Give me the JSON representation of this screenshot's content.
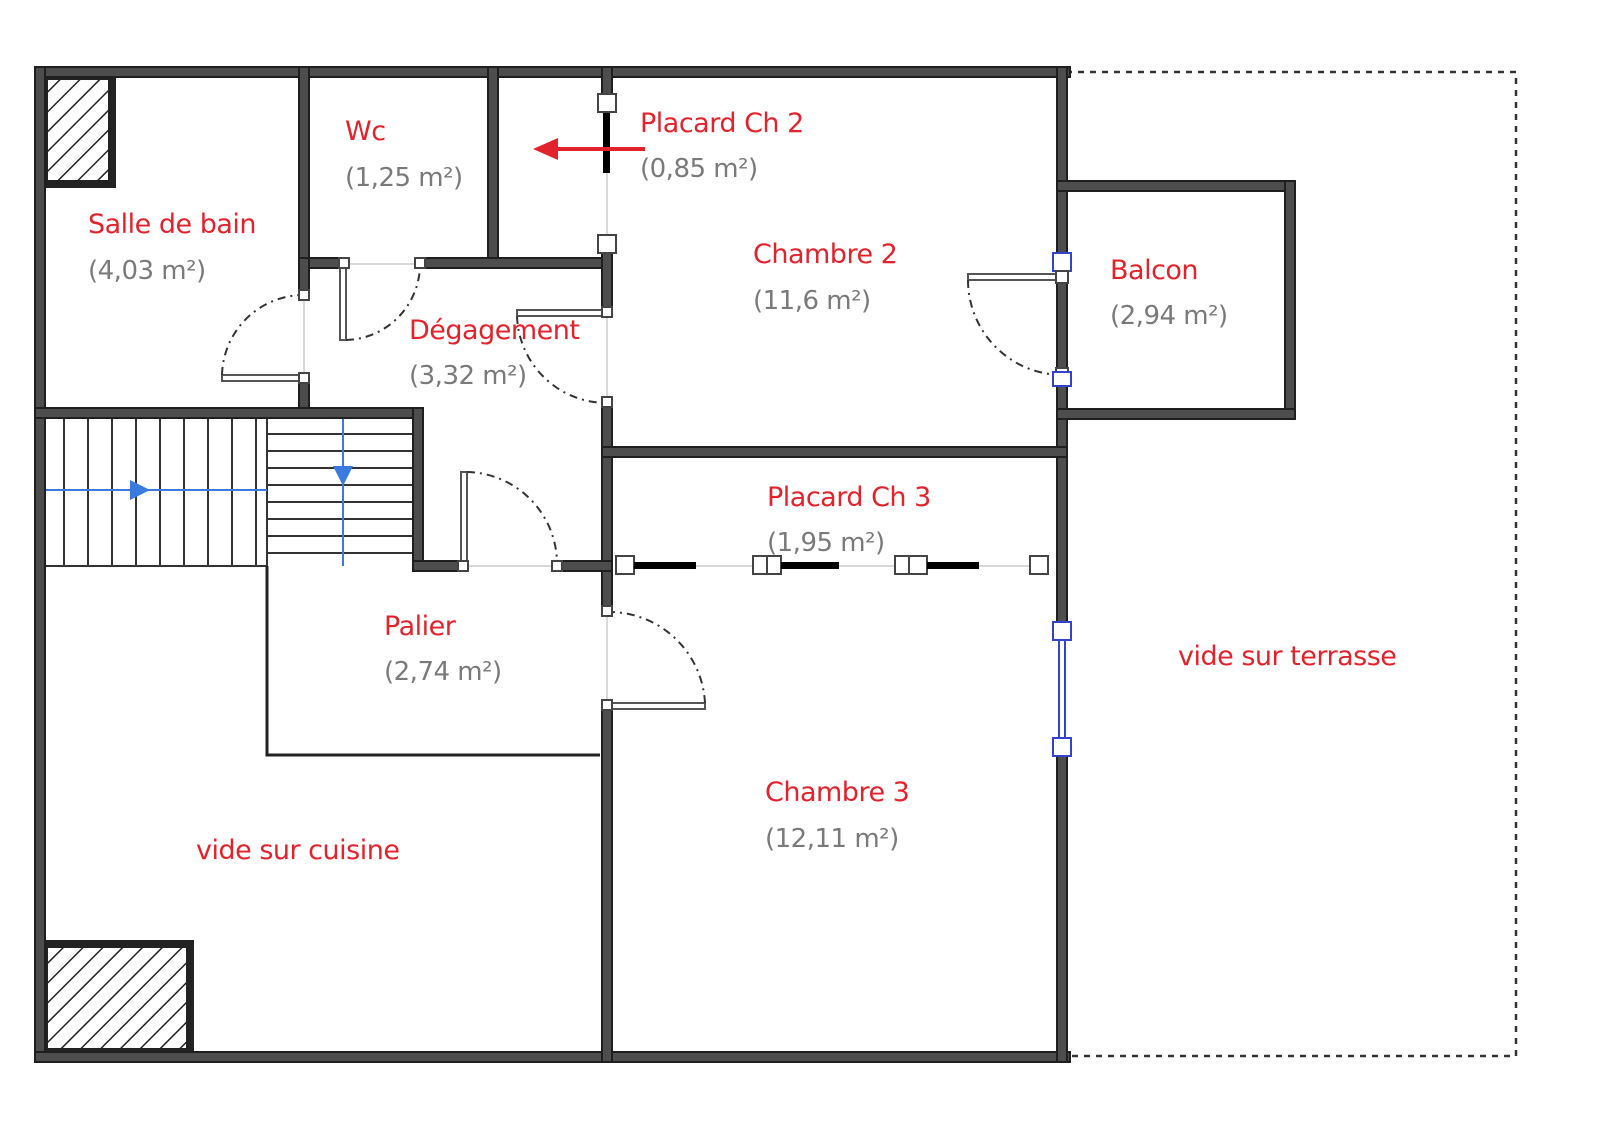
{
  "rooms": [
    {
      "name": "Wc",
      "area": "(1,25 m²)"
    },
    {
      "name": "Salle de bain",
      "area": "(4,03 m²)"
    },
    {
      "name": "Placard Ch 2",
      "area": "(0,85 m²)"
    },
    {
      "name": "Chambre 2",
      "area": "(11,6 m²)"
    },
    {
      "name": "Balcon",
      "area": "(2,94 m²)"
    },
    {
      "name": "Dégagement",
      "area": "(3,32 m²)"
    },
    {
      "name": "Placard Ch 3",
      "area": "(1,95 m²)"
    },
    {
      "name": "Palier",
      "area": "(2,74 m²)"
    },
    {
      "name": "Chambre 3",
      "area": "(12,11 m²)"
    }
  ],
  "voids": {
    "cuisine": "vide sur cuisine",
    "terrasse": "vide sur terrasse"
  },
  "colors": {
    "label": "#e3232c",
    "area": "#7a7a7a",
    "wall": "#4d4d4d",
    "stair_arrow": "#3b7be0"
  }
}
